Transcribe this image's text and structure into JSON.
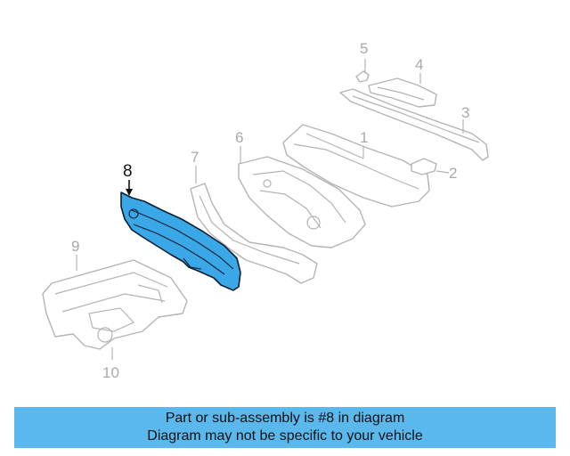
{
  "callouts": {
    "c1": "1",
    "c2": "2",
    "c3": "3",
    "c4": "4",
    "c5": "5",
    "c6": "6",
    "c7": "7",
    "c8": "8",
    "c9": "9",
    "c10": "10"
  },
  "highlight": {
    "part": "8",
    "color": "#3aa7e6"
  },
  "banner": {
    "line1": "Part or sub-assembly is #8 in diagram",
    "line2": "Diagram may not be specific to your vehicle",
    "color": "#5ab8ec"
  }
}
